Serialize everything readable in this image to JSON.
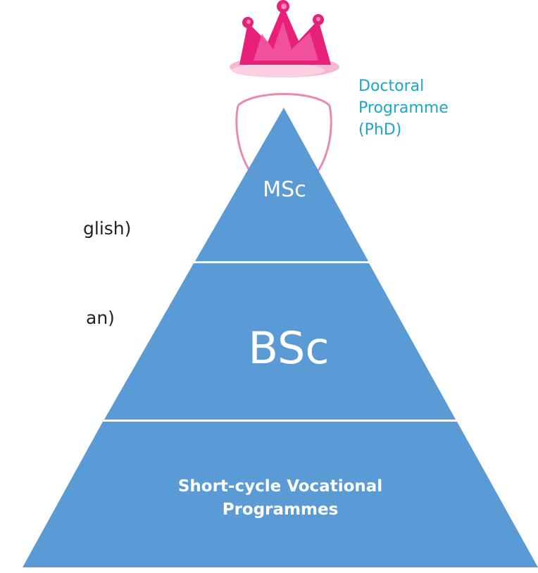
{
  "colors": {
    "pyramid_fill": "#5b9bd5",
    "divider": "#ffffff",
    "phd_text": "#1aa7c9",
    "crown_pink": "#e8207a",
    "headband": "#e98ab4"
  },
  "left_text": {
    "line1": "glish)",
    "line2": "an)"
  },
  "phd_label": {
    "line1": "Doctoral",
    "line2": "Programme",
    "line3": "(PhD)"
  },
  "pyramid": {
    "top_tier": "MSc",
    "middle_tier": "BSc",
    "bottom_tier_line1": "Short-cycle Vocational",
    "bottom_tier_line2": "Programmes"
  },
  "icons": {
    "crown": "pink-crown-headband-icon"
  }
}
